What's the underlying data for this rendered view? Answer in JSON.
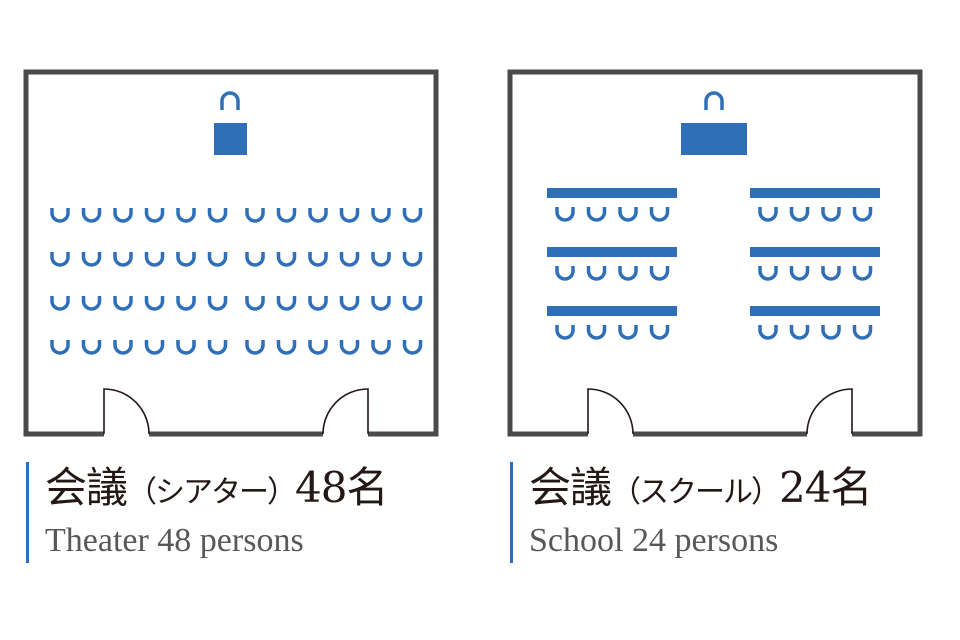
{
  "colors": {
    "wall": "#4a4a4a",
    "furniture": "#2f6fb8",
    "accent_bar": "#2f6fb8"
  },
  "icons": {
    "lectern": "lectern-icon",
    "chair": "chair-icon",
    "door": "door-swing-icon"
  },
  "layouts": [
    {
      "id": "theater",
      "caption_jp": {
        "main": "会議",
        "style": "（シアター）",
        "count": "48名"
      },
      "caption_en": "Theater 48 persons",
      "seats": 48,
      "arrangement": {
        "blocks": 2,
        "rows_per_block": 4,
        "chairs_per_row": 6,
        "desks": false
      }
    },
    {
      "id": "school",
      "caption_jp": {
        "main": "会議",
        "style": "（スクール）",
        "count": "24名"
      },
      "caption_en": "School 24 persons",
      "seats": 24,
      "arrangement": {
        "blocks": 2,
        "rows_per_block": 3,
        "chairs_per_row": 4,
        "desks": true
      }
    }
  ]
}
